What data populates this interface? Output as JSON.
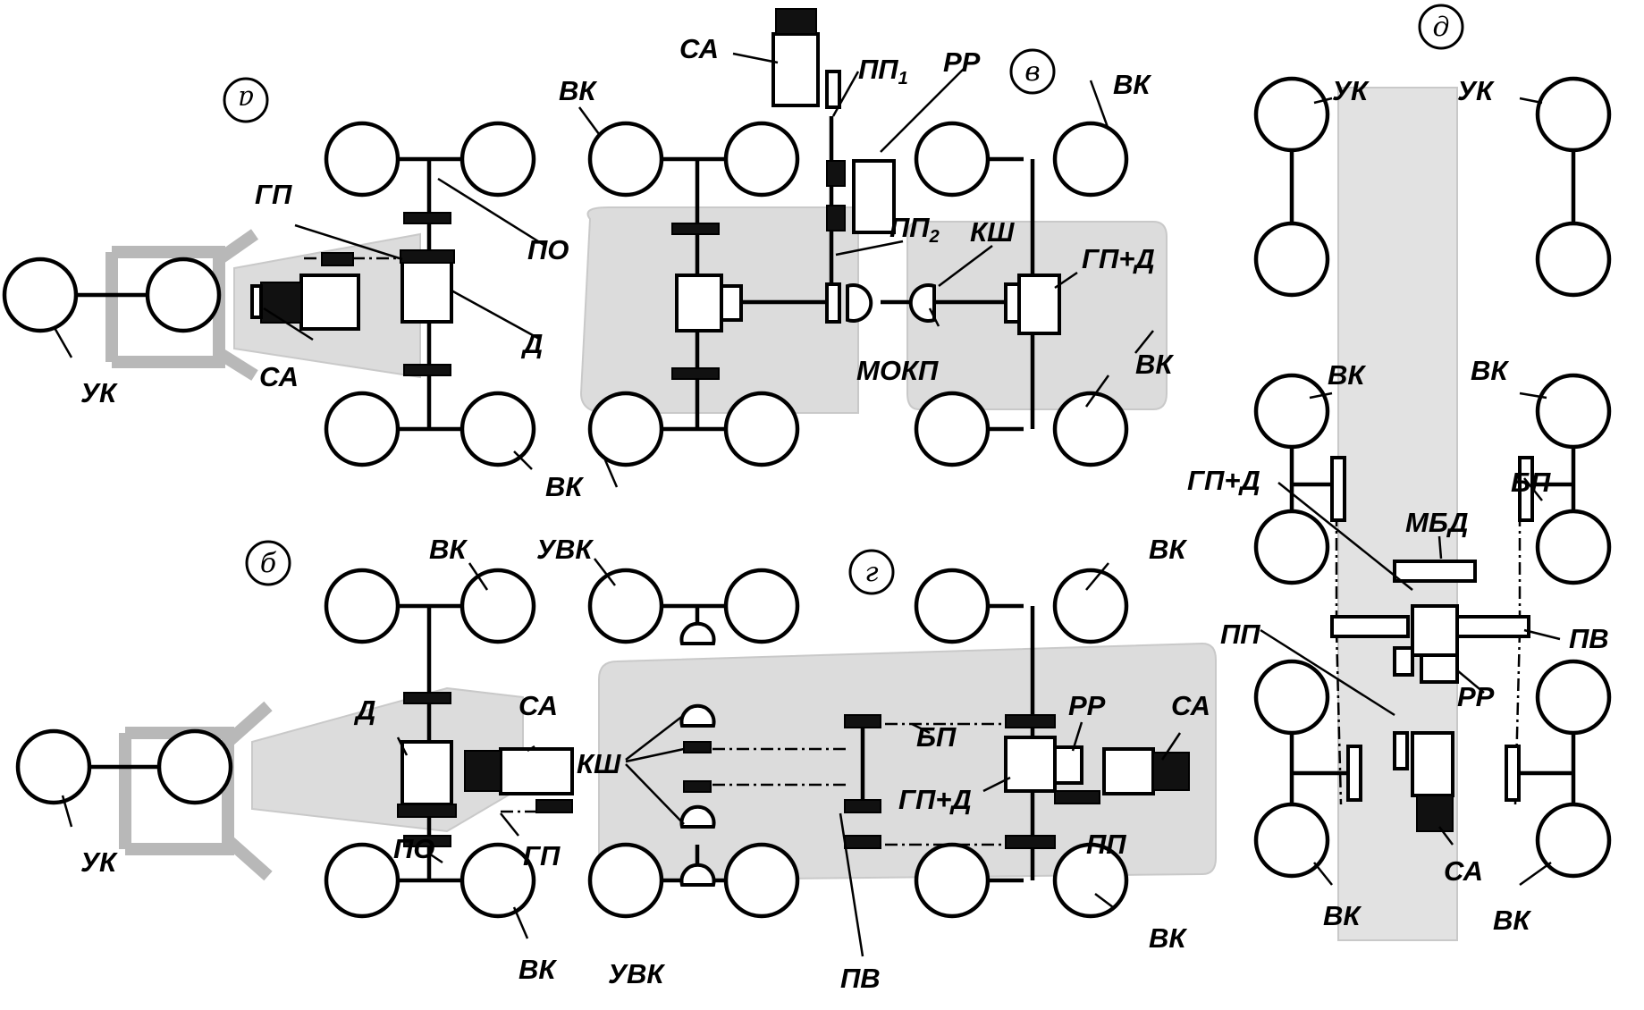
{
  "diagram": {
    "markers": {
      "a": "а",
      "b": "б",
      "v": "в",
      "g": "г",
      "d": "д"
    },
    "labels": {
      "uk": "УК",
      "vk": "ВК",
      "uvk": "УВК",
      "gp": "ГП",
      "po": "ПО",
      "d": "Д",
      "sa": "СА",
      "pp": "ПП",
      "pp1": "ПП",
      "pp1_sub": "1",
      "pp2": "ПП",
      "pp2_sub": "2",
      "rr": "РР",
      "ksh": "КШ",
      "gpd": "ГП+Д",
      "mokp": "МОКП",
      "bp": "БП",
      "pv": "ПВ",
      "mbd": "МБД"
    },
    "colors": {
      "ink": "#000000",
      "shade": "#dcdcdc",
      "paper": "#ffffff"
    }
  }
}
